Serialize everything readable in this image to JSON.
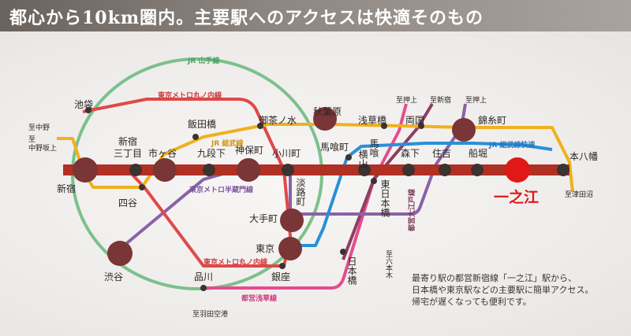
{
  "header": {
    "title": "都心から10km圏内。主要駅へのアクセスは快適そのもの"
  },
  "lines": {
    "jr_yamanote": "JR 山手線",
    "tokyo_metro_marunouchi_upper": "東京メトロ丸ノ内線",
    "jr_sobu_upper": "JR 総武線",
    "tokyo_metro_hanzomon": "東京メトロ半蔵門線",
    "tokyo_metro_marunouchi_lower": "東京メトロ丸ノ内線",
    "toei_asakusa": "都営浅草線",
    "toei_oedo": "都営大江戸線",
    "jr_sobu_rapid": "JR 総武線快速"
  },
  "stations": {
    "shinjuku": "新宿",
    "shinjuku_sanchome_1": "新宿",
    "shinjuku_sanchome_2": "三丁目",
    "ichigaya": "市ヶ谷",
    "iidabashi": "飯田橋",
    "kudanshita": "九段下",
    "jimbocho": "神保町",
    "ochanomizu": "御茶ノ水",
    "ogawamachi": "小川町",
    "akihabara": "秋葉原",
    "awajicho": "淡路町",
    "bakurocho": "馬喰町",
    "bakuro_yokoyama_1": "馬喰",
    "bakuro_yokoyama_2": "横山",
    "higashi_nihombashi": "東日本橋",
    "asakusabashi": "浅草橋",
    "ryogoku": "両国",
    "morishita": "森下",
    "sumiyoshi": "住吉",
    "kinshicho": "錦糸町",
    "funabori": "船堀",
    "ichinoe": "一之江",
    "motoyawata": "本八幡",
    "ikebukuro": "池袋",
    "yotsuya": "四谷",
    "shibuya": "渋谷",
    "shinagawa": "品川",
    "otemachi": "大手町",
    "tokyo": "東京",
    "ginza": "銀座",
    "nihombashi": "日本橋"
  },
  "directions": {
    "to_nakano_1": "至中野",
    "to_nakano_2": "至",
    "to_nakano_3": "中野坂上",
    "to_oshiage_1": "至押上",
    "to_shinjuku": "至新宿",
    "to_oshiage_2": "至押上",
    "to_tsudanuma": "至津田沼",
    "to_roppongi": "至六本木",
    "to_haneda": "至羽田空港"
  },
  "note": {
    "line1": "最寄り駅の都営新宿線「一之江」駅から、",
    "line2": "日本橋や東京駅などの主要駅に簡単アクセス。",
    "line3": "帰宅が遅くなっても便利です。"
  },
  "colors": {
    "shinjuku_line": "#b03024",
    "yamanote": "#7cc08d",
    "marunouchi": "#e04848",
    "sobu": "#f0b020",
    "hanzomon": "#8a62a8",
    "asakusa": "#e54c8e",
    "oedo": "#8e3e62",
    "sobu_rapid": "#2b8fd8",
    "station_dot": "#7a3536",
    "ichinoe_dot": "#e01818"
  }
}
